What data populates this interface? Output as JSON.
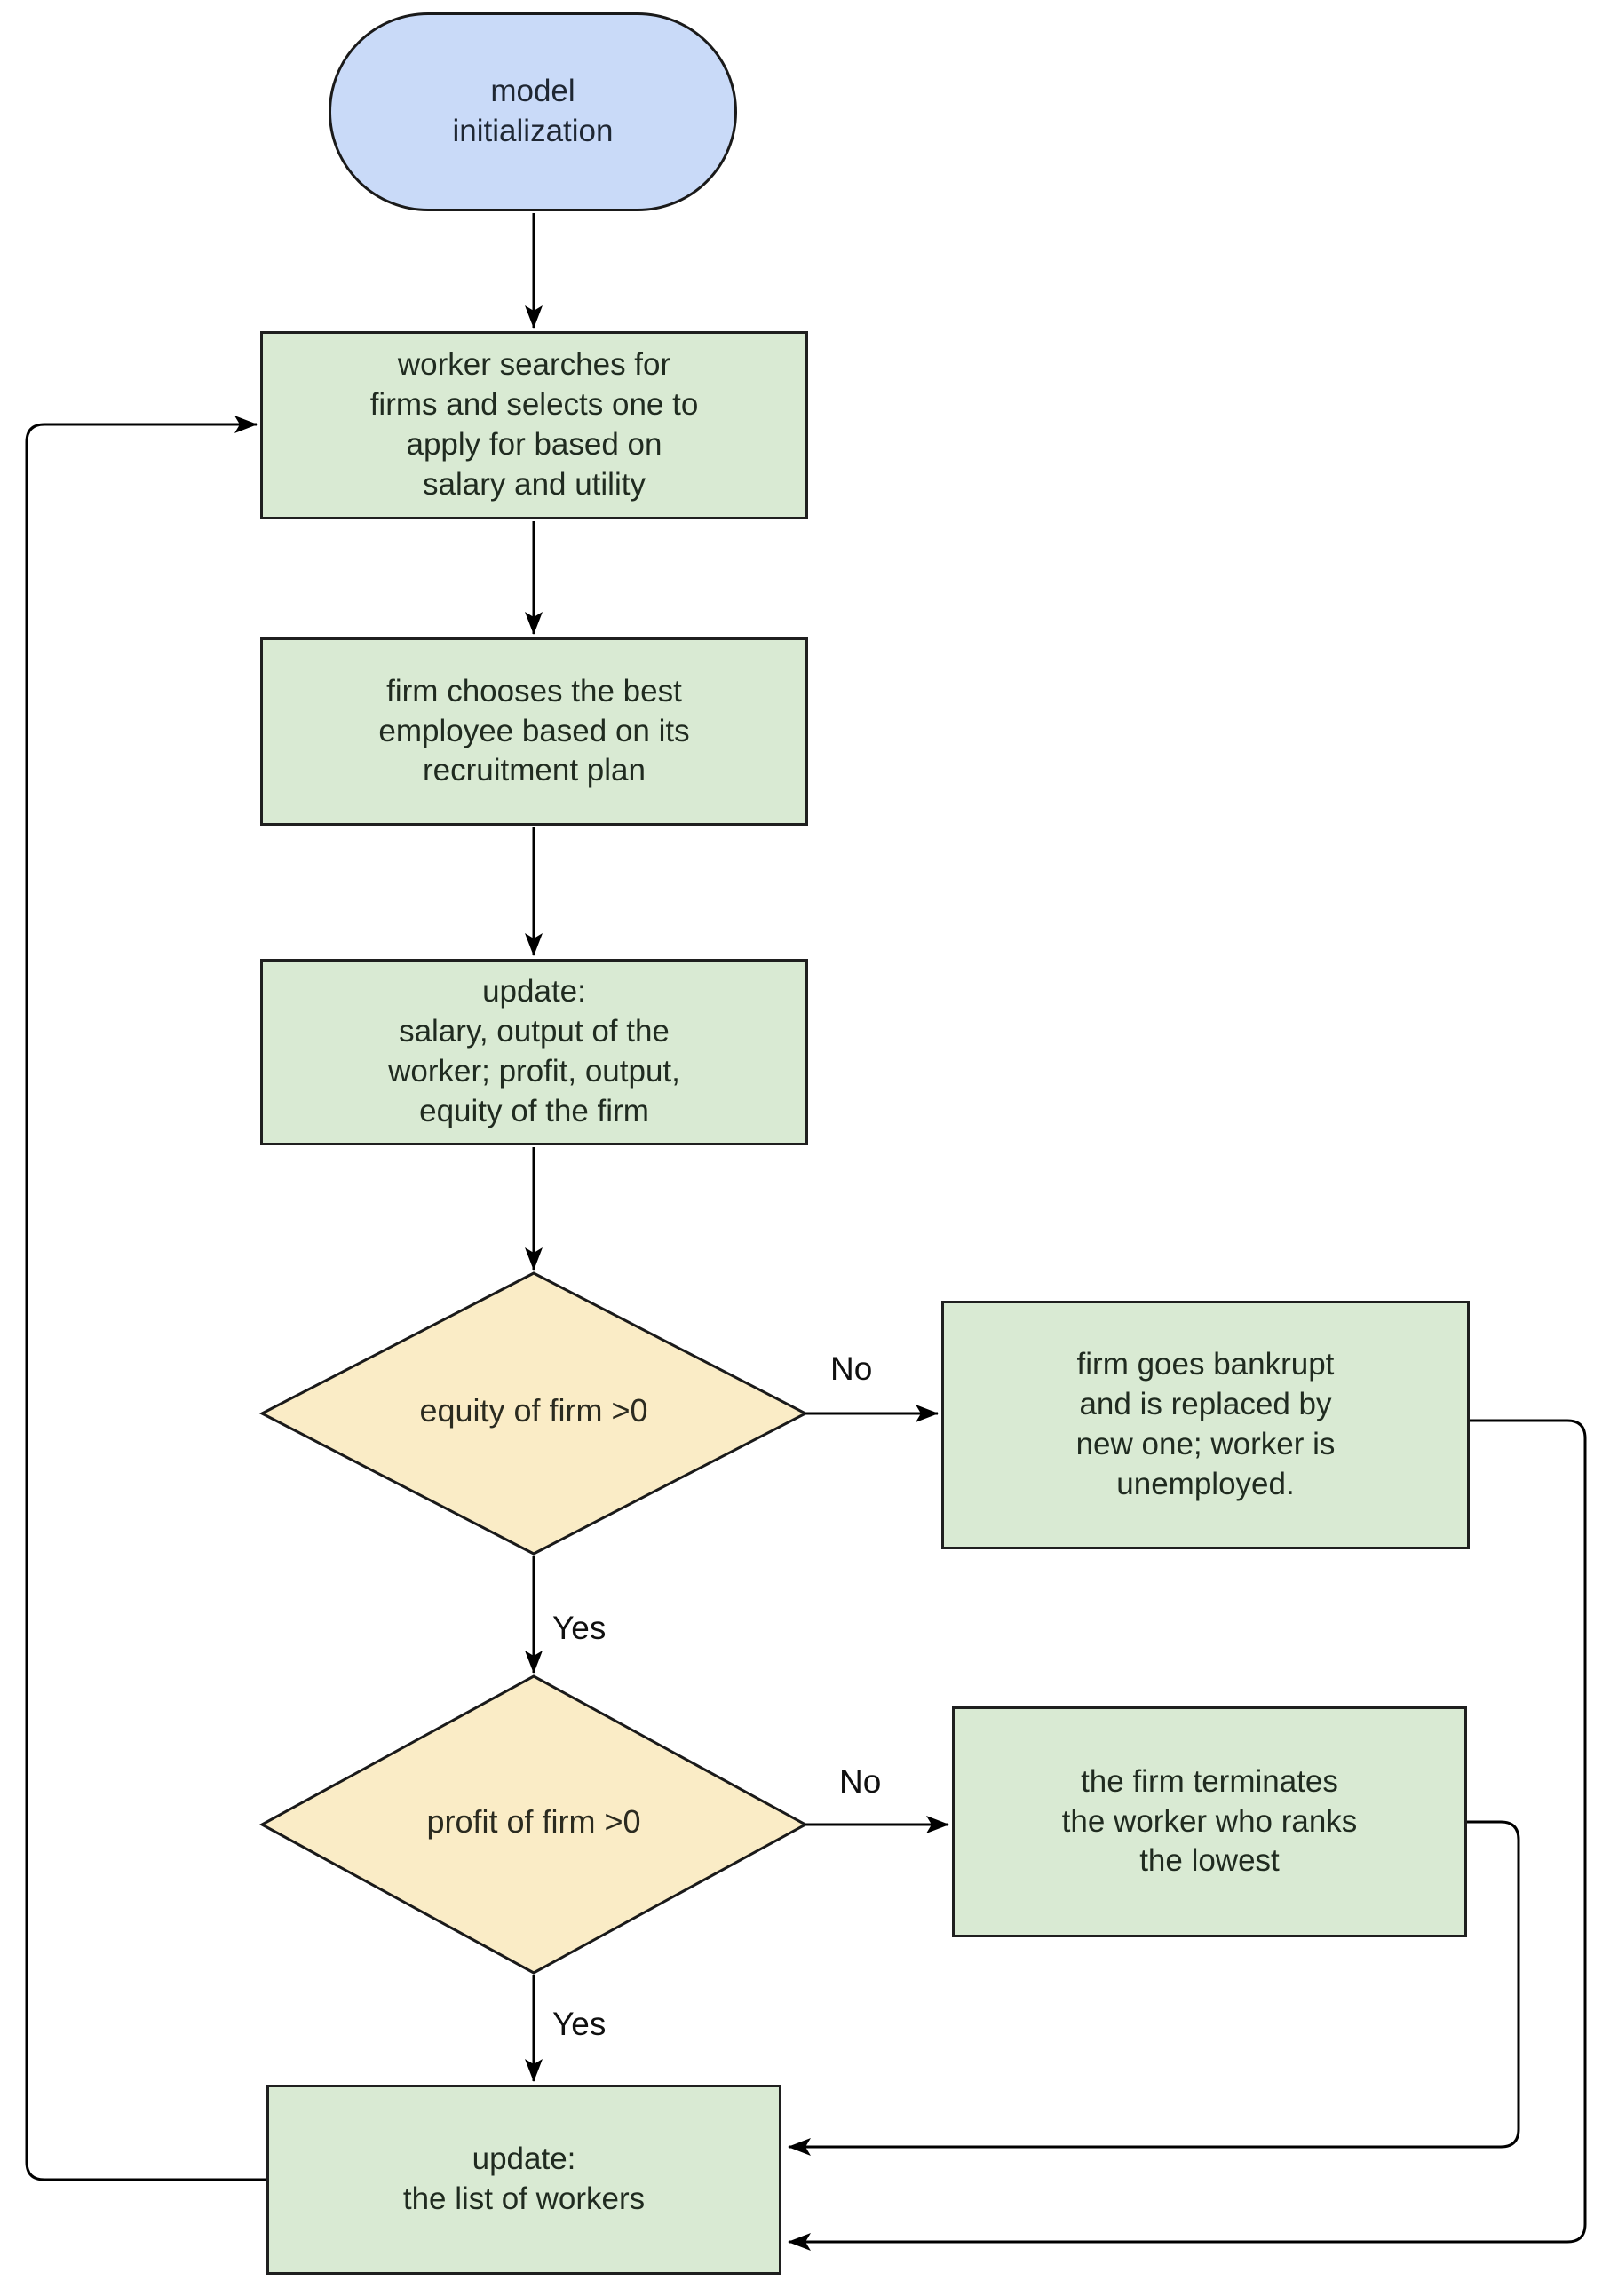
{
  "diagram": {
    "type": "flowchart",
    "colors": {
      "terminator_fill": "#c9daf8",
      "process_fill": "#d9ead3",
      "decision_fill": "#faecc6",
      "line_color": "#000000",
      "border_color": "#1a1a1a",
      "text_color": "#222b22"
    },
    "nodes": {
      "start": {
        "type": "terminator",
        "text": "model\ninitialization"
      },
      "search": {
        "type": "process",
        "text": "worker searches for\nfirms and selects one to\napply for based on\nsalary and utility"
      },
      "choose": {
        "type": "process",
        "text": "firm chooses the best\nemployee based on its\nrecruitment plan"
      },
      "update_state": {
        "type": "process",
        "text": "update:\nsalary, output of the\nworker; profit, output,\nequity of the firm"
      },
      "equity_check": {
        "type": "decision",
        "text": "equity of firm >0"
      },
      "bankrupt": {
        "type": "process",
        "text": "firm goes bankrupt\nand is replaced by\nnew one; worker is\nunemployed."
      },
      "profit_check": {
        "type": "decision",
        "text": "profit of firm >0"
      },
      "terminate": {
        "type": "process",
        "text": "the firm terminates\nthe worker who ranks\nthe lowest"
      },
      "update_list": {
        "type": "process",
        "text": "update:\nthe list of workers"
      }
    },
    "edges": [
      {
        "from": "start",
        "to": "search",
        "label": ""
      },
      {
        "from": "search",
        "to": "choose",
        "label": ""
      },
      {
        "from": "choose",
        "to": "update_state",
        "label": ""
      },
      {
        "from": "update_state",
        "to": "equity_check",
        "label": ""
      },
      {
        "from": "equity_check",
        "to": "bankrupt",
        "label": "No"
      },
      {
        "from": "equity_check",
        "to": "profit_check",
        "label": "Yes"
      },
      {
        "from": "profit_check",
        "to": "terminate",
        "label": "No"
      },
      {
        "from": "profit_check",
        "to": "update_list",
        "label": "Yes"
      },
      {
        "from": "bankrupt",
        "to": "update_list",
        "label": ""
      },
      {
        "from": "terminate",
        "to": "update_list",
        "label": ""
      },
      {
        "from": "update_list",
        "to": "search",
        "label": ""
      }
    ]
  }
}
